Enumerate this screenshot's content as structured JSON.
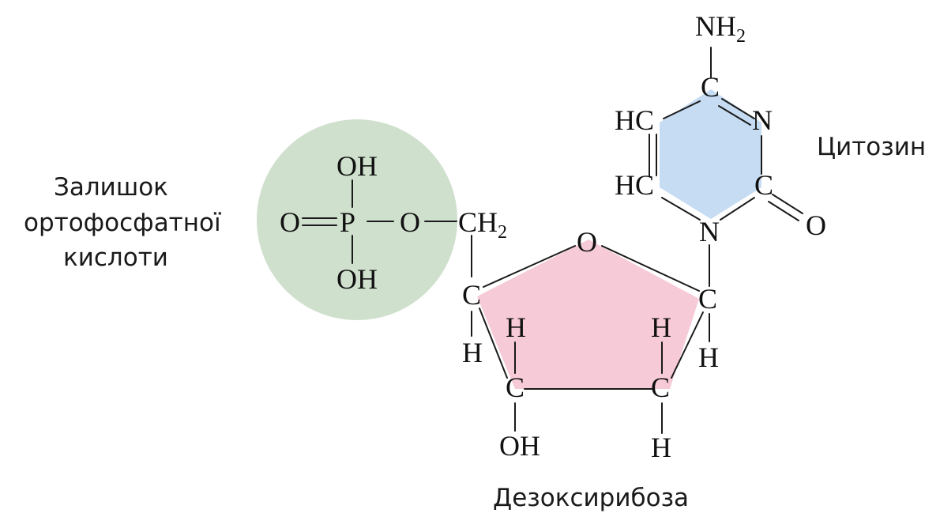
{
  "labels": {
    "phosphate_line1": "Залишок",
    "phosphate_line2": "ортофосфатної",
    "phosphate_line3": "кислоти",
    "base": "Цитозин",
    "sugar": "Дезоксирибоза"
  },
  "atoms": {
    "p_oh_top": "OH",
    "p_o_left": "O",
    "p_p": "P",
    "p_o_link": "O",
    "p_oh_bottom": "OH",
    "ch2_c": "CH",
    "ch2_sub": "2",
    "ring_o": "O",
    "c3": "C",
    "c3_h": "H",
    "c4": "C",
    "c4_h": "H",
    "c4_oh": "OH",
    "c5": "C",
    "c5_h_top": "H",
    "c5_h_bottom": "H",
    "c1": "C",
    "c1_h": "H",
    "nh2_n": "NH",
    "nh2_sub": "2",
    "cyt_c_top": "C",
    "cyt_hc_top": "HC",
    "cyt_n_right": "N",
    "cyt_hc_bottom": "HC",
    "cyt_c_right": "C",
    "cyt_o": "O",
    "cyt_n_bottom": "N"
  },
  "colors": {
    "phosphate_fill": "#cfe0cd",
    "sugar_fill": "#f6cad6",
    "base_fill": "#c6dcf2"
  }
}
